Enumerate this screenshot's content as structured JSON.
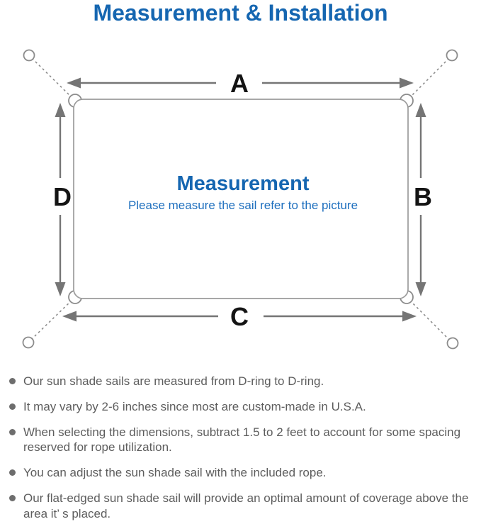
{
  "title": "Measurement & Installation",
  "diagram": {
    "labels": {
      "top": "A",
      "right": "B",
      "bottom": "C",
      "left": "D"
    },
    "center_title": "Measurement",
    "center_subtitle": "Please measure the sail refer to the picture",
    "colors": {
      "accent_blue": "#1566b1",
      "subtitle_blue": "#1e6fbe",
      "arrow_gray": "#757575",
      "outline_gray": "#8c8c8c",
      "label_black": "#141414",
      "note_text_gray": "#5d5d5d"
    },
    "icons": [
      "anchor-point-circle",
      "rope-dashed-line",
      "d-ring",
      "double-arrow"
    ]
  },
  "notes": [
    "Our sun shade sails are measured from D-ring to D-ring.",
    "It may vary by 2-6 inches since most are custom-made in U.S.A.",
    "When selecting the dimensions, subtract 1.5 to 2 feet to account for some spacing reserved for rope utilization.",
    "You can adjust the sun shade sail with the included rope.",
    "Our flat-edged sun shade sail will provide an optimal amount of coverage above the area it’ s placed."
  ]
}
